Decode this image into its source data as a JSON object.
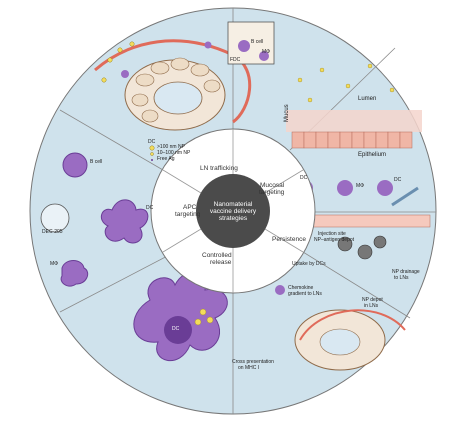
{
  "center": {
    "line1": "Nanomaterial",
    "line2": "vaccine delivery",
    "line3": "strategies"
  },
  "segments": {
    "ln_trafficking": "LN trafficking",
    "mucosal_targeting_1": "Mucosal",
    "mucosal_targeting_2": "targeting",
    "persistence": "Persistence",
    "controlled_release_1": "Controlled",
    "controlled_release_2": "release",
    "apc_targeting_1": "APC",
    "apc_targeting_2": "targeting"
  },
  "labels": {
    "np_large": ">100 nm NP",
    "np_small": "10–100 nm NP",
    "free_ag": "Free Ag",
    "dc": "DC",
    "b_cell": "B cell",
    "fdc": "FDC",
    "mphi": "MΦ",
    "lumen": "Lumen",
    "mucus": "Mucus",
    "epithelium": "Epithelium",
    "dec205": "DEC-205",
    "injection_site_1": "Injection site",
    "injection_site_2": "NP–antigen depot",
    "uptake_by_dcs": "Uptake by DCs",
    "chemokine_1": "Chemokine",
    "chemokine_2": "gradient to LNs",
    "np_drainage_1": "NP drainage",
    "np_drainage_2": "to LNs",
    "np_depot_1": "NP depot",
    "np_depot_2": "in LNs",
    "cross_presentation_1": "Cross presentation",
    "cross_presentation_2": "on MHC I"
  },
  "colors": {
    "outer_fill": "#cfe2ec",
    "outer_stroke": "#777777",
    "inner_ring": "#ffffff",
    "center_fill": "#4b4b4b",
    "cell_purple": "#9a6cc2",
    "cell_purple_dark": "#6a3d96",
    "ln_tissue": "#f2e6d8",
    "vessel_red": "#e06b5a",
    "particle_yellow": "#f3dc5a"
  }
}
